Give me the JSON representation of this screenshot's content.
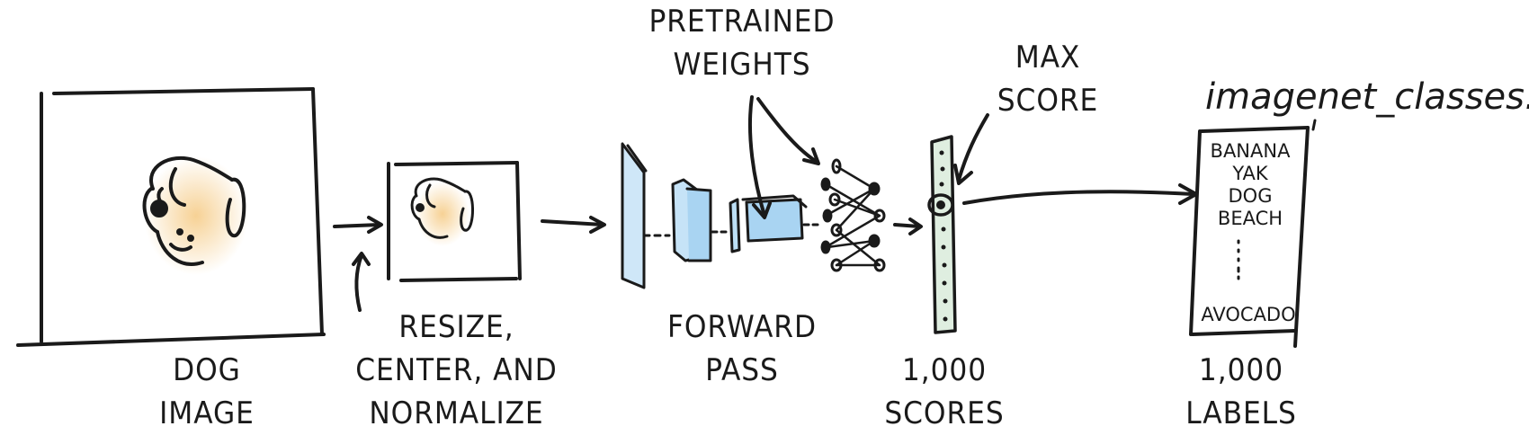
{
  "labels": {
    "dog_image": [
      "DOG",
      "IMAGE"
    ],
    "resize": [
      "RESIZE,",
      "CENTER, AND",
      "NORMALIZE"
    ],
    "weights": [
      "PRETRAINED",
      "WEIGHTS"
    ],
    "forward": [
      "FORWARD",
      "PASS"
    ],
    "max_score": [
      "MAX",
      "SCORE"
    ],
    "scores": [
      "1,000",
      "SCORES"
    ],
    "labels_count": [
      "1,000",
      "LABELS"
    ]
  },
  "file_name": "imagenet_classes.txt",
  "class_list": {
    "items": [
      "BANANA",
      "YAK",
      "DOG",
      "BEACH"
    ],
    "last": "AVOCADO"
  },
  "colors": {
    "ink": "#1a1a1a",
    "dog_fill": "#f6cf8f",
    "layer_fill": "#a9d4f2",
    "score_fill": "#dfeee0"
  }
}
